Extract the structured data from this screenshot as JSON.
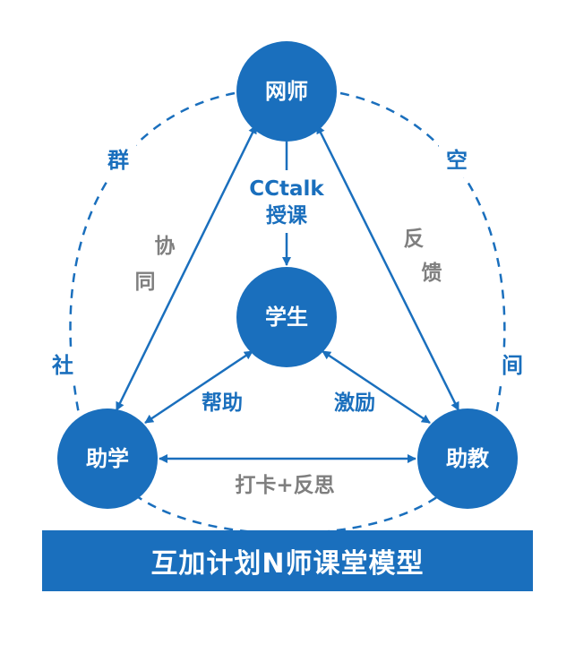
{
  "nodes": {
    "top": "网师",
    "center": "学生",
    "left": "助学",
    "right": "助教"
  },
  "edges": {
    "top_center": [
      "CCtalk",
      "授课"
    ],
    "top_left": [
      "协",
      "同"
    ],
    "top_right": [
      "反",
      "馈"
    ],
    "center_left": "帮助",
    "center_right": "激励",
    "left_right": "打卡+反思"
  },
  "ring": {
    "left_upper": "群",
    "left_lower": "社",
    "right_upper": "空",
    "right_lower": "间"
  },
  "title": "互加计划N师课堂模型",
  "colors": {
    "primary": "#1a6fbd",
    "gray_text": "#7f7f7f",
    "background": "#ffffff"
  }
}
